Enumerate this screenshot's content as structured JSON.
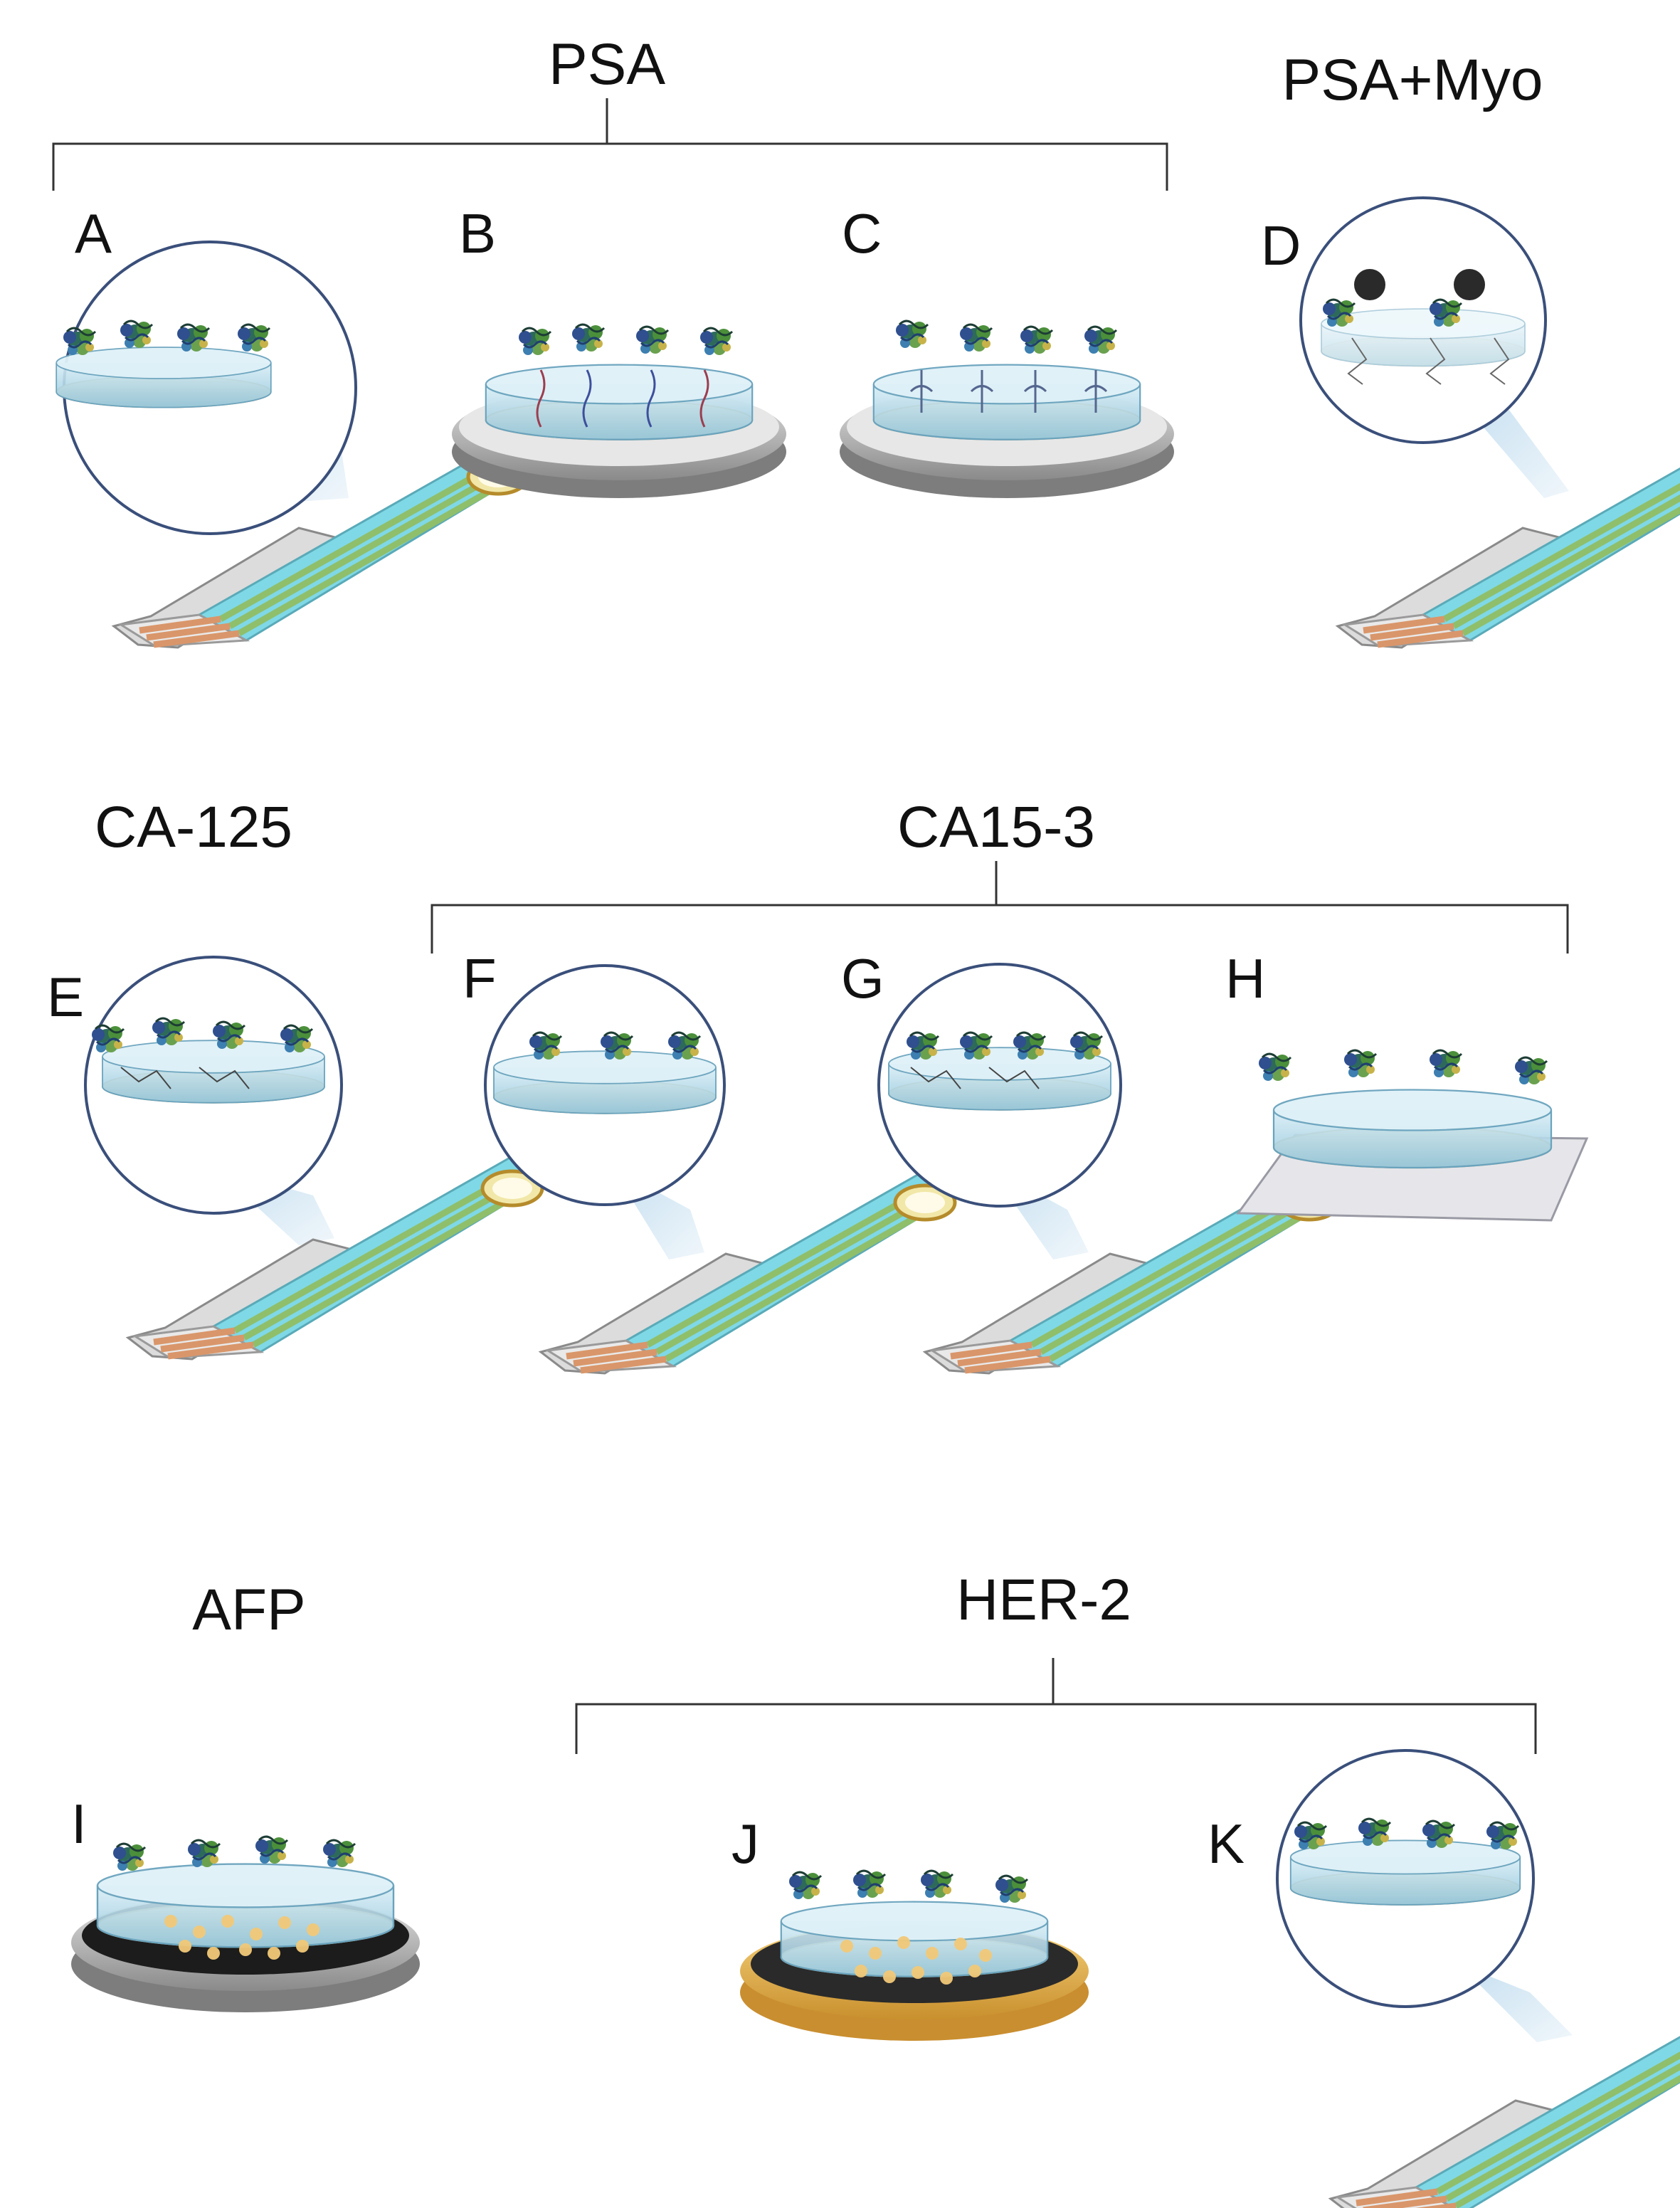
{
  "groups": {
    "psa": "PSA",
    "psa_myo": "PSA+Myo",
    "ca125": "CA-125",
    "ca153": "CA15-3",
    "afp": "AFP",
    "her2": "HER-2"
  },
  "panels": {
    "A": "A",
    "B": "B",
    "C": "C",
    "D": "D",
    "E": "E",
    "F": "F",
    "G": "G",
    "H": "H",
    "I": "I",
    "J": "J",
    "K": "K"
  },
  "colors": {
    "liquid": "#bfe1ee",
    "gold_film": "#f3dfb2",
    "strip_cyan": "#7fd8e6",
    "strip_green": "#8fbf6a",
    "strip_contacts": "#d9966a",
    "disk_gray": "#c9c9c9",
    "disk_gold": "#e8b85a"
  }
}
